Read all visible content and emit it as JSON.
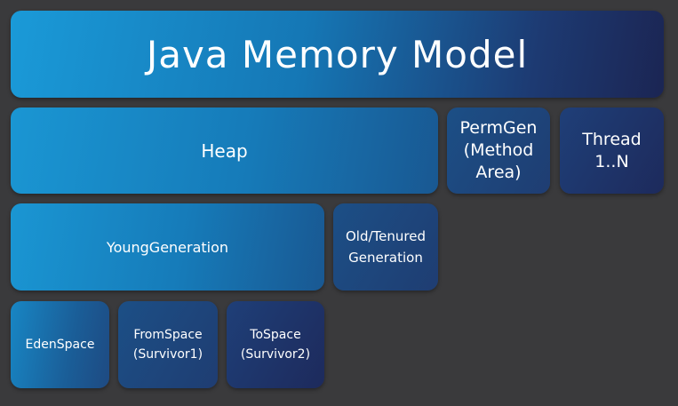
{
  "diagram": {
    "title": "Java Memory Model",
    "heap": "Heap",
    "permgen": "PermGen\n(Method\nArea)",
    "thread": "Thread\n1..N",
    "young_generation": "YoungGeneration",
    "old_generation": "Old/Tenured\nGeneration",
    "eden_space": "EdenSpace",
    "from_space": "FromSpace\n(Survivor1)",
    "to_space": "ToSpace\n(Survivor2)"
  },
  "colors": {
    "background": "#3a3a3c",
    "accent_light": "#1a9ad8",
    "accent_dark": "#1b2553"
  }
}
